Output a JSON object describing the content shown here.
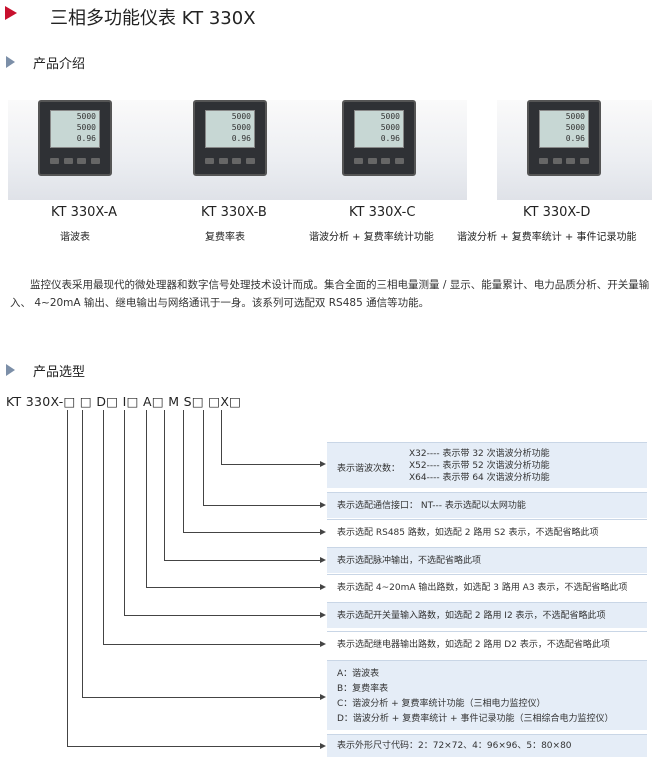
{
  "title": "三相多功能仪表  KT 330X",
  "sections": {
    "intro_heading": "产品介绍",
    "selection_heading": "产品选型"
  },
  "products": [
    {
      "model": "KT 330X-A",
      "desc": "谐波表"
    },
    {
      "model": "KT 330X-B",
      "desc": "复费率表"
    },
    {
      "model": "KT 330X-C",
      "desc": "谐波分析 + 复费率统计功能"
    },
    {
      "model": "KT 330X-D",
      "desc": "谐波分析 + 复费率统计 + 事件记录功能"
    }
  ],
  "meter_display": [
    "5000",
    "5000",
    "0.96"
  ],
  "intro_text": "监控仪表采用最现代的微处理器和数字信号处理技术设计而成。集合全面的三相电量测量 / 显示、能量累计、电力品质分析、开关量输入、 4~20mA 输出、继电输出与网络通讯于一身。该系列可选配双 RS485 通信等功能。",
  "model_code": "KT 330X-□ □ D□ I□ A□ M S□ □X□",
  "options": {
    "harmonic": {
      "label": "表示谐波次数：",
      "items": [
        "X32---- 表示带 32 次谐波分析功能",
        "X52---- 表示带 52 次谐波分析功能",
        "X64---- 表示带 64 次谐波分析功能"
      ]
    },
    "comm": "表示选配通信接口： NT--- 表示选配以太网功能",
    "rs485": "表示选配 RS485 路数，如选配 2 路用 S2 表示，不选配省略此项",
    "pulse": "表示选配脉冲输出，不选配省略此项",
    "analog": "表示选配 4~20mA 输出路数，如选配 3 路用 A3 表示，不选配省略此项",
    "di": "表示选配开关量输入路数，如选配 2 路用 I2 表示，不选配省略此项",
    "relay": "表示选配继电器输出路数，如选配 2 路用 D2 表示，不选配省略此项",
    "function": [
      "A：谐波表",
      "B：复费率表",
      "C：谐波分析 + 复费率统计功能（三相电力监控仪）",
      "D：谐波分析 + 复费率统计 + 事件记录功能（三相综合电力监控仪）"
    ],
    "size": "表示外形尺寸代码：2：72×72、4：96×96、5：80×80"
  }
}
